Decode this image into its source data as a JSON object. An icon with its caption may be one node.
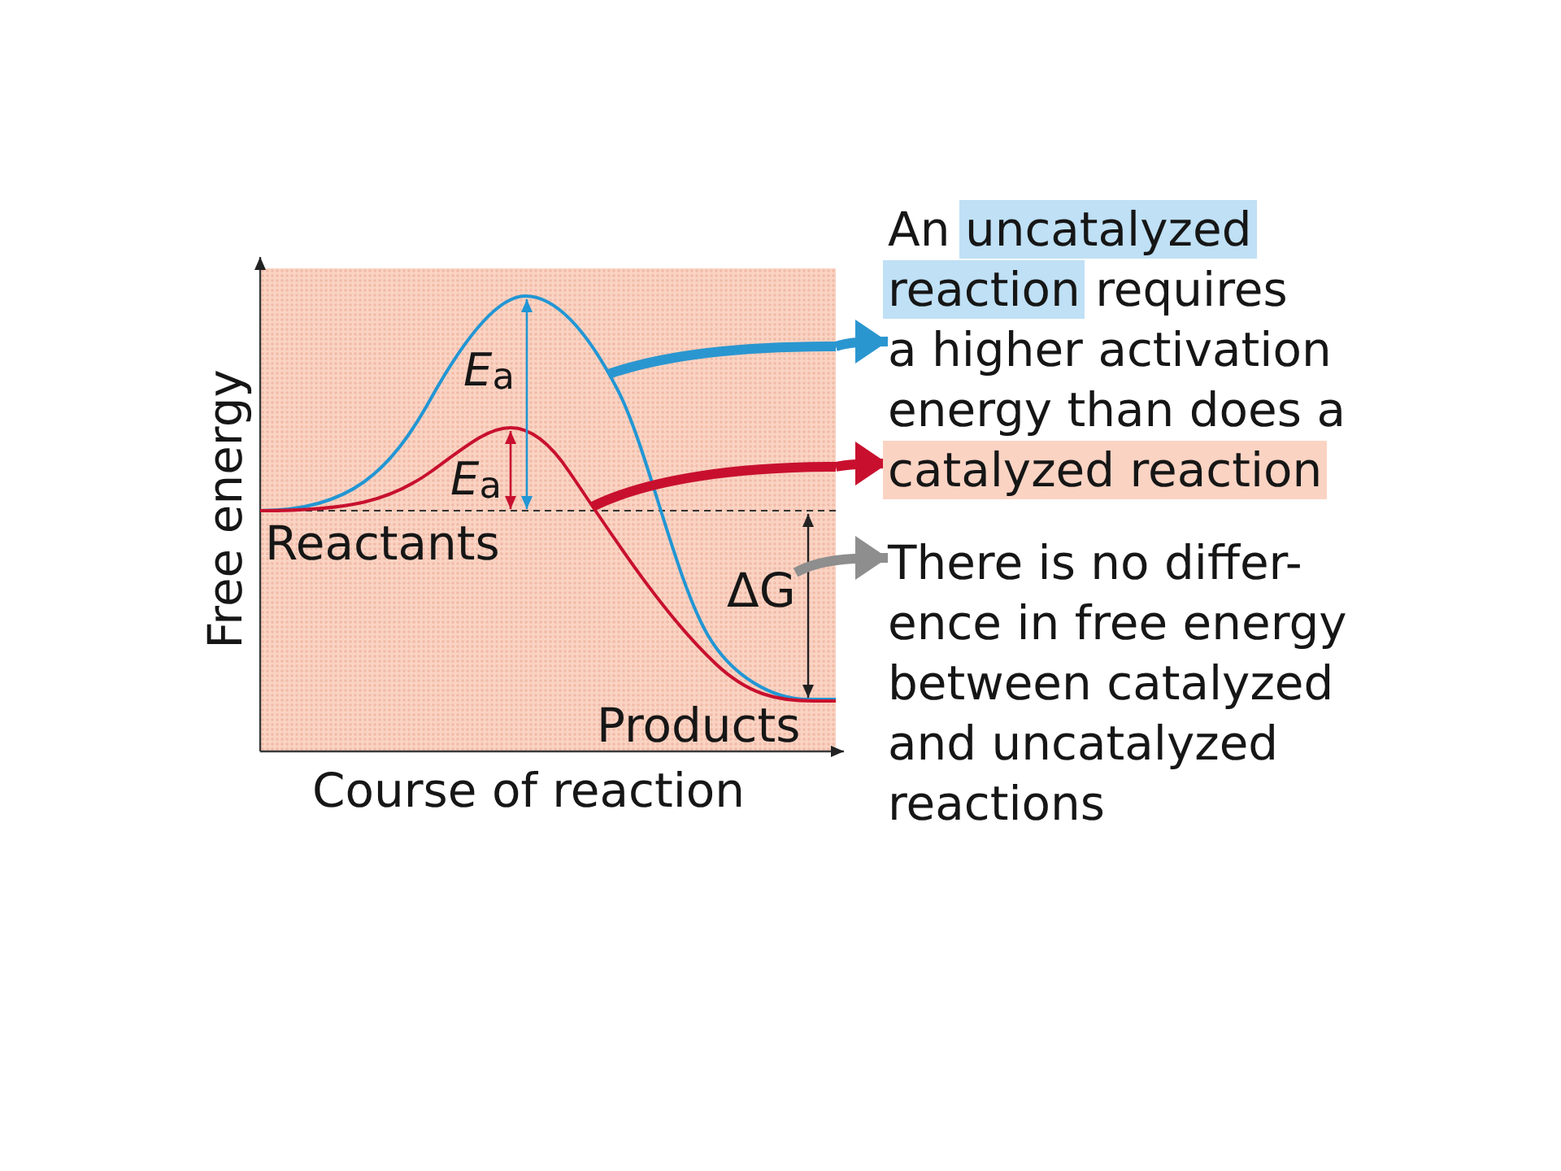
{
  "diagram": {
    "nodes": [
      {
        "text": [
          "*E*$_{a}$",
          "*E*$_{a}$",
          "Reactants",
          "Products"
        ]
      },
      {
        "text": [
          "ΔG"
        ],
        "in": 0
      },
      {
        "text": [
          "An uncatalyzed reaction requires a higher activation energy than does a catalyzed reaction"
        ]
      },
      {
        "text": [
          "There is no differ- ence in free energy between catalyzed and uncatalyzed reactions"
        ]
      }
    ],
    "edges": [
      {
        "from": 0,
        "to": 2,
        "arrow": "to",
        "color": "#2a96d0"
      },
      {
        "from": 0,
        "to": 2,
        "arrow": "to",
        "color": "#c8102e"
      },
      {
        "from": 1,
        "to": 3,
        "arrow": "to",
        "color": "#8e8e8e"
      }
    ],
    "labels": [
      "Free energy",
      "Course of reaction"
    ]
  }
}
